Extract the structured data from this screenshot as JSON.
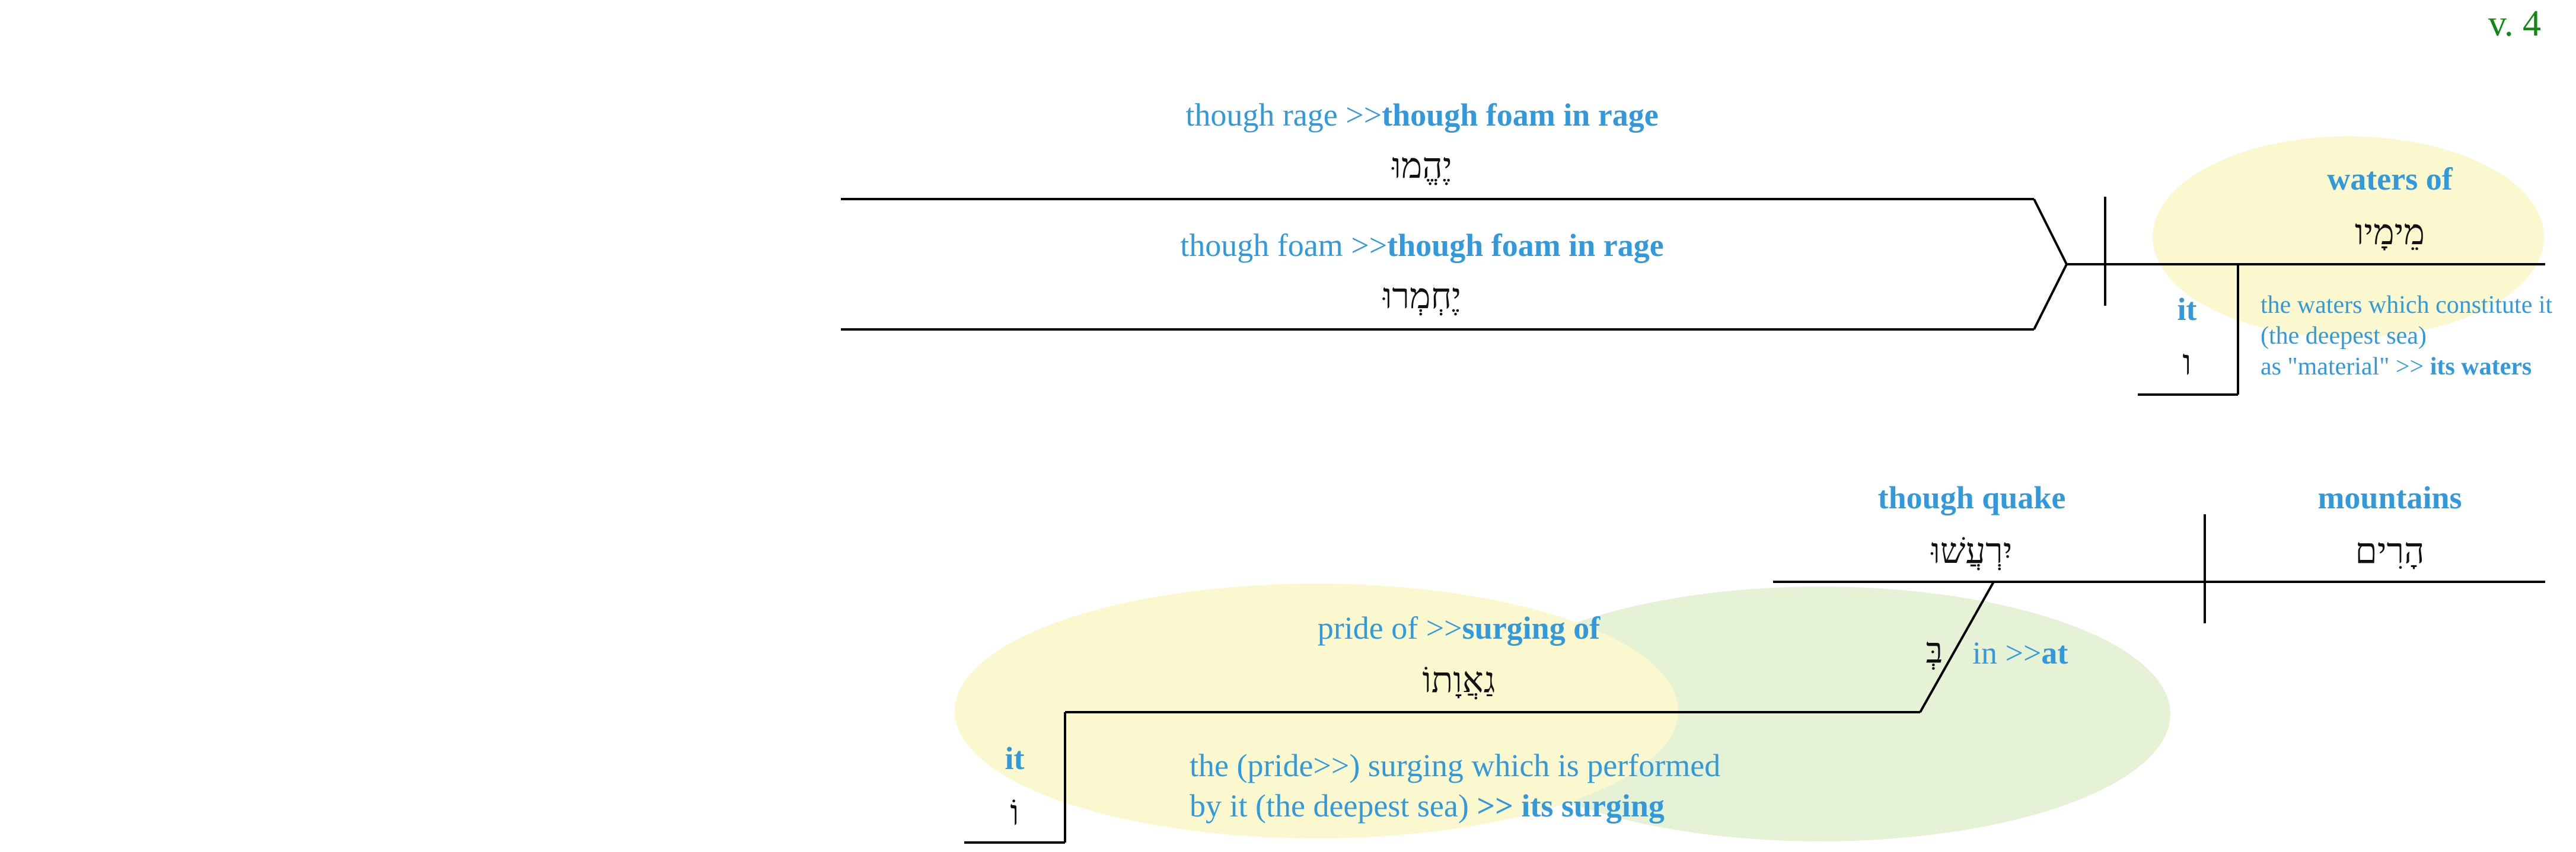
{
  "verse_label": "v. 4",
  "colors": {
    "gloss": "#3399dd",
    "hebrew": "#111111",
    "verse": "#118811",
    "highlight_yellow": "#fbf8cf",
    "highlight_green": "#e6f2d6"
  },
  "clause1": {
    "verb1": {
      "gloss": "though rage >>",
      "gloss_bold": "though foam in rage",
      "hebrew": "יֶהֱמוּ"
    },
    "verb2": {
      "gloss": "though foam >>",
      "gloss_bold": "though foam in rage",
      "hebrew": "יֶחְמְרוּ"
    },
    "subject": {
      "gloss": "waters of",
      "hebrew": "מֵימָיו"
    },
    "modifier": {
      "gloss": "it",
      "hebrew": "ו"
    },
    "note_lines": [
      {
        "text": "the waters which constitute it",
        "bold": ""
      },
      {
        "text": "(the deepest sea)",
        "bold": ""
      },
      {
        "text": "as \"material\" >> ",
        "bold": "its waters"
      }
    ]
  },
  "clause2": {
    "verb": {
      "gloss": "though quake",
      "hebrew": "יִרְעֲשׁוּ"
    },
    "subject": {
      "gloss": "mountains",
      "hebrew": "הָרִים"
    },
    "preposition": {
      "gloss": "in >>",
      "gloss_bold": "at",
      "hebrew": "בְּ"
    },
    "object": {
      "gloss": "pride of >>",
      "gloss_bold": "surging of",
      "hebrew": "גַאֲוָתוֹ"
    },
    "modifier": {
      "gloss": "it",
      "hebrew": "וֹ"
    },
    "note_lines": [
      {
        "text": "the (pride>>) surging which is performed",
        "bold": ""
      },
      {
        "text": "by it (the deepest sea) ",
        "bold": ">> its surging"
      }
    ]
  }
}
